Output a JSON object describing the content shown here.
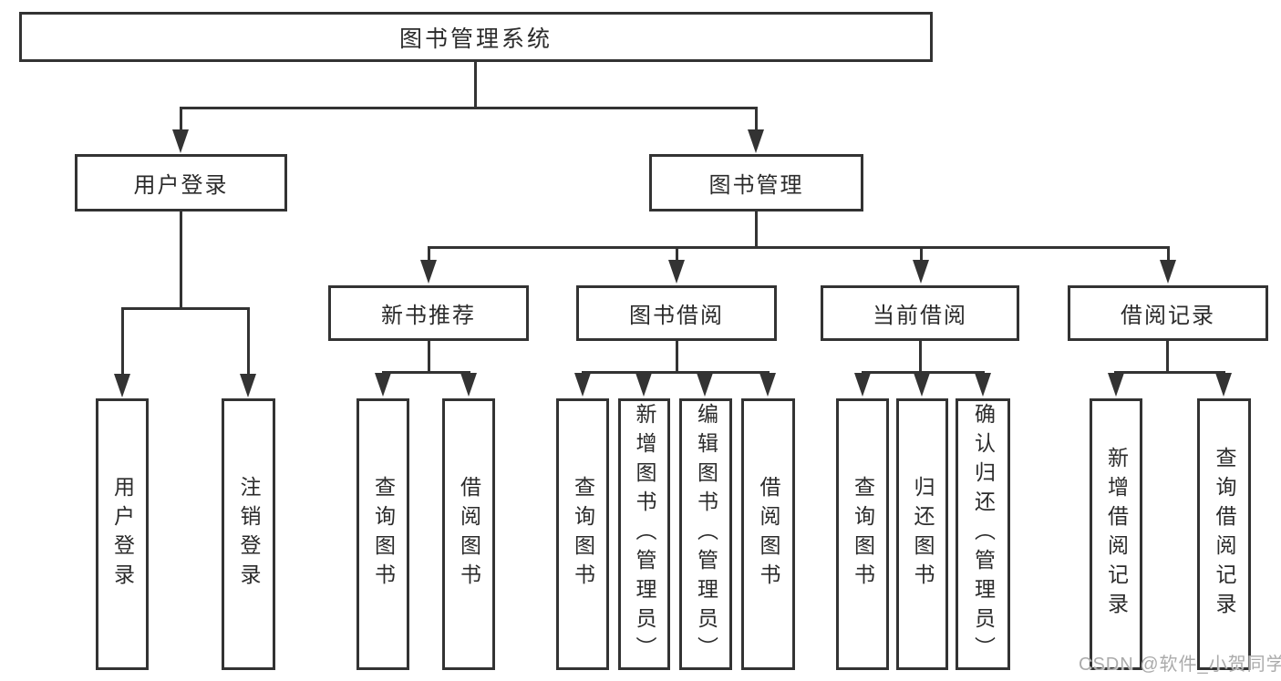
{
  "colors": {
    "line": "#333333",
    "box_border": "#333333",
    "text": "#2b2b2b",
    "watermark": "#ababab",
    "background": "#ffffff"
  },
  "tree": {
    "root": "图书管理系统",
    "children": [
      {
        "label": "用户登录",
        "children": [
          "用户登录",
          "注销登录"
        ]
      },
      {
        "label": "图书管理",
        "children": [
          {
            "label": "新书推荐",
            "children": [
              "查询图书",
              "借阅图书"
            ]
          },
          {
            "label": "图书借阅",
            "children": [
              "查询图书",
              "新增图书（管理员）",
              "编辑图书（管理员）",
              "借阅图书"
            ]
          },
          {
            "label": "当前借阅",
            "children": [
              "查询图书",
              "归还图书",
              "确认归还（管理员）"
            ]
          },
          {
            "label": "借阅记录",
            "children": [
              "新增借阅记录",
              "查询借阅记录"
            ]
          }
        ]
      }
    ]
  },
  "watermark": "CSDN @软件_小贺同学"
}
